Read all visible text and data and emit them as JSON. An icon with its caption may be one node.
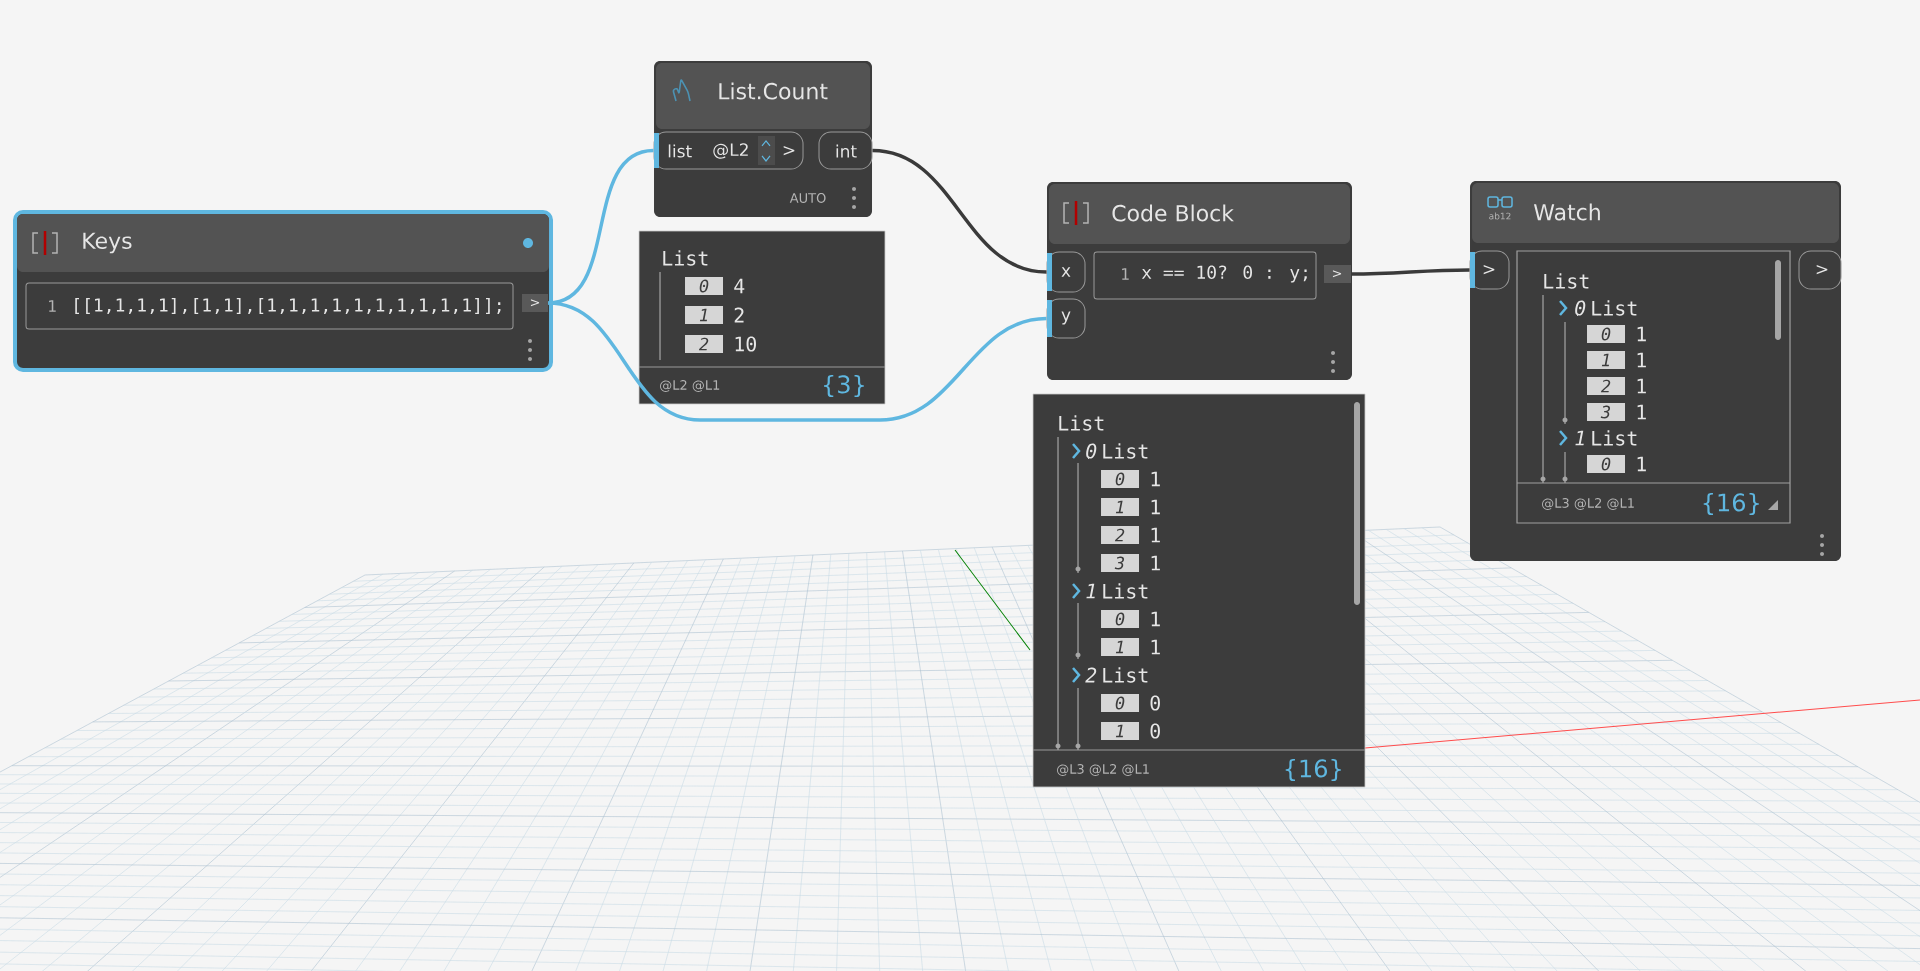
{
  "diagram": {
    "nodes": [
      {
        "text": [
          "Keys"
        ]
      },
      {
        "text": [
          "1",
          "[[1,1,1,1],[1,1],[1,1,1,1,1,1,1,1,1,1]];"
        ],
        "in": 0
      },
      {
        "text": [
          ">"
        ],
        "in": 0
      },
      {
        "text": [
          "List.Count",
          "AUTO"
        ]
      },
      {
        "text": [
          "list",
          "@L2",
          ">"
        ],
        "in": 3
      },
      {
        "text": [
          "int"
        ],
        "in": 3
      },
      {
        "text": [
          "List",
          "0",
          "4",
          "1",
          "2",
          "2",
          "10",
          "@L2 @L1",
          "{3}"
        ]
      },
      {
        "text": [
          "Code Block"
        ]
      },
      {
        "text": [
          "x"
        ],
        "in": 7
      },
      {
        "text": [
          "y"
        ],
        "in": 7
      },
      {
        "text": [
          "1",
          "x == 10? 0 : y;"
        ],
        "in": 7
      },
      {
        "text": [
          ">"
        ],
        "in": 7
      },
      {
        "text": [
          "List",
          "0",
          "List",
          "0",
          "1",
          "1",
          "1",
          "2",
          "1",
          "3",
          "1",
          "1",
          "List",
          "0",
          "1",
          "1",
          "1",
          "2",
          "List",
          "0",
          "0",
          "1",
          "0",
          "@L3 @L2 @L1",
          "{16}"
        ]
      },
      {
        "text": [
          "Watch"
        ]
      },
      {
        "text": [
          ">"
        ],
        "in": 13
      },
      {
        "text": [
          "List",
          "0",
          "List",
          "0",
          "1",
          "1",
          "1",
          "2",
          "1",
          "3",
          "1",
          "1",
          "List",
          "0",
          "1",
          "@L3 @L2 @L1",
          "{16}"
        ],
        "in": 13
      },
      {
        "text": [
          ">"
        ],
        "in": 13
      }
    ],
    "edges": [
      {
        "from": 2,
        "to": 4,
        "arrow": "none",
        "color": "#5fb7e0"
      },
      {
        "from": 2,
        "to": 9,
        "arrow": "none",
        "color": "#5fb7e0"
      },
      {
        "from": 5,
        "to": 8,
        "arrow": "none",
        "color": "#3a3a3a"
      },
      {
        "from": 11,
        "to": 14,
        "arrow": "none",
        "color": "#3a3a3a"
      }
    ],
    "labels": [
      "ab12"
    ]
  }
}
